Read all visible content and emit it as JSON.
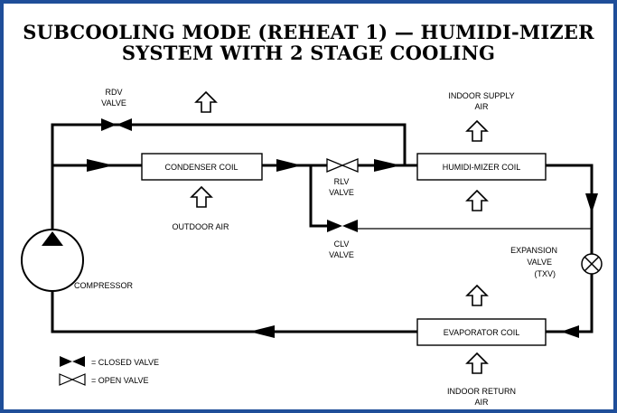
{
  "title": {
    "line1": "SUBCOOLING MODE (REHEAT 1) — HUMIDI-MIZER",
    "line2": "SYSTEM WITH 2 STAGE COOLING"
  },
  "labels": {
    "rdv_line1": "RDV",
    "rdv_line2": "VALVE",
    "condenser_coil": "CONDENSER COIL",
    "outdoor_air": "OUTDOOR AIR",
    "rlv_line1": "RLV",
    "rlv_line2": "VALVE",
    "clv_line1": "CLV",
    "clv_line2": "VALVE",
    "humidimizer_coil": "HUMIDI-MIZER COIL",
    "indoor_supply_line1": "INDOOR SUPPLY",
    "indoor_supply_line2": "AIR",
    "expansion_line1": "EXPANSION",
    "expansion_line2": "VALVE",
    "expansion_line3": "(TXV)",
    "compressor": "COMPRESSOR",
    "evaporator_coil": "EVAPORATOR COIL",
    "indoor_return_line1": "INDOOR RETURN",
    "indoor_return_line2": "AIR"
  },
  "legend": {
    "closed_valve": "= CLOSED VALVE",
    "open_valve": "= OPEN VALVE"
  },
  "colors": {
    "frame": "#1f4e99",
    "line": "#000000"
  }
}
